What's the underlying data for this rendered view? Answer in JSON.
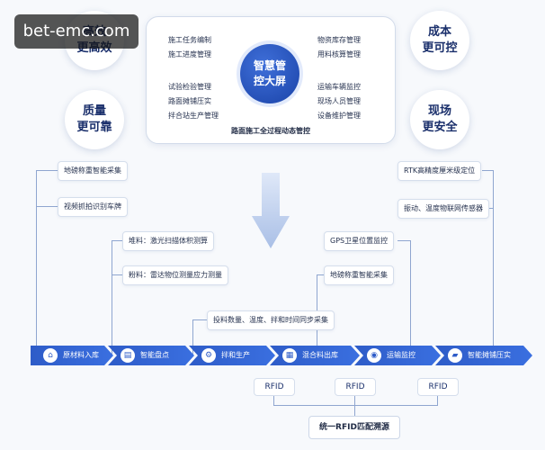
{
  "watermark": "bet-emc.com",
  "values": {
    "top_left": [
      "高效",
      "更高效"
    ],
    "bottom_left": [
      "质量",
      "更可靠"
    ],
    "top_right": [
      "成本",
      "更可控"
    ],
    "bottom_right": [
      "现场",
      "更安全"
    ]
  },
  "panel": {
    "left_col1": [
      "施工任务编制",
      "施工进度管理"
    ],
    "left_col2": [
      "试验检验管理",
      "路面摊铺压实",
      "拌合站生产管理"
    ],
    "right_col1": [
      "物资库存管理",
      "用料核算管理"
    ],
    "right_col2": [
      "运输车辆监控",
      "现场人员管理",
      "设备维护管理"
    ],
    "hub": [
      "智慧管",
      "控大屏"
    ],
    "caption": "路面施工全过程动态管控"
  },
  "left_tags": [
    "地磅称重智能采集",
    "视频抓拍识别车牌"
  ],
  "mid_tags": [
    "堆料：激光扫描体积测算",
    "粉料：雷达物位测量应力测量",
    "投料数量、温度、拌和时间同步采集"
  ],
  "right_tags": [
    "RTK高精度厘米级定位",
    "振动、温度物联网传感器"
  ],
  "center_right_tags": [
    "GPS卫星位置监控",
    "地磅称重智能采集"
  ],
  "chain": [
    {
      "label": "原材料入库",
      "icon": "warehouse-icon"
    },
    {
      "label": "智能盘点",
      "icon": "inventory-icon"
    },
    {
      "label": "拌和生产",
      "icon": "gear-icon"
    },
    {
      "label": "混合料出库",
      "icon": "outbound-icon"
    },
    {
      "label": "运输监控",
      "icon": "truck-icon"
    },
    {
      "label": "智能摊铺压实",
      "icon": "paver-icon"
    }
  ],
  "rfid": [
    "RFID",
    "RFID",
    "RFID"
  ],
  "trace": "统一RFID匹配溯源",
  "colors": {
    "accent": "#2e5cc8",
    "dark_text": "#1a2f6b",
    "line": "#8fa6d0"
  }
}
